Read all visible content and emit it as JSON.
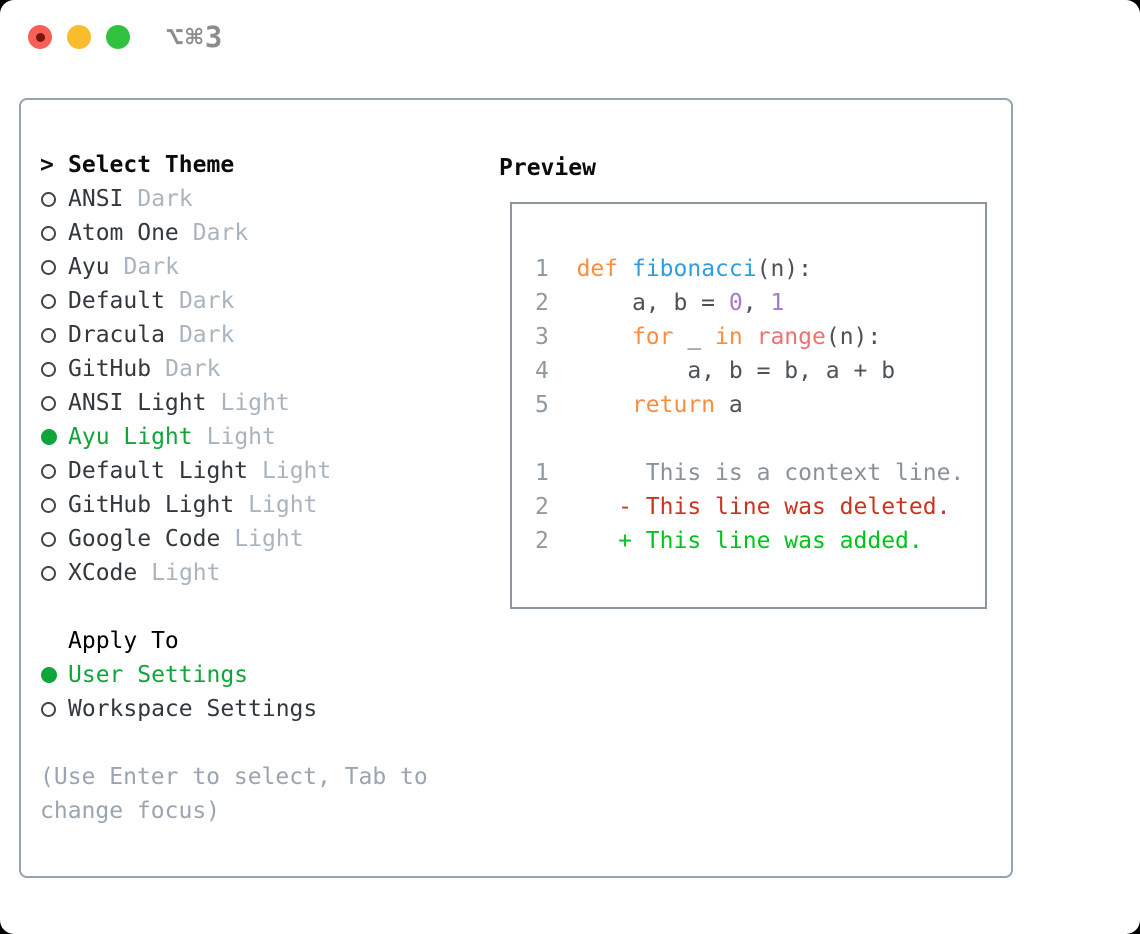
{
  "window": {
    "title": "⌥⌘3",
    "traffic_lights": [
      {
        "name": "close",
        "color": "#f85f57",
        "inner_dot_color": "#7a140b"
      },
      {
        "name": "minimize",
        "color": "#f8bd2d"
      },
      {
        "name": "zoom",
        "color": "#30c13e"
      }
    ]
  },
  "theme_list": {
    "cursor": ">",
    "header": "Select Theme",
    "items": [
      {
        "name": "ANSI",
        "variant": "Dark",
        "selected": false
      },
      {
        "name": "Atom One",
        "variant": "Dark",
        "selected": false
      },
      {
        "name": "Ayu",
        "variant": "Dark",
        "selected": false
      },
      {
        "name": "Default",
        "variant": "Dark",
        "selected": false
      },
      {
        "name": "Dracula",
        "variant": "Dark",
        "selected": false
      },
      {
        "name": "GitHub",
        "variant": "Dark",
        "selected": false
      },
      {
        "name": "ANSI Light",
        "variant": "Light",
        "selected": false
      },
      {
        "name": "Ayu Light",
        "variant": "Light",
        "selected": true
      },
      {
        "name": "Default Light",
        "variant": "Light",
        "selected": false
      },
      {
        "name": "GitHub Light",
        "variant": "Light",
        "selected": false
      },
      {
        "name": "Google Code",
        "variant": "Light",
        "selected": false
      },
      {
        "name": "XCode",
        "variant": "Light",
        "selected": false
      }
    ]
  },
  "apply_to": {
    "header": "Apply To",
    "options": [
      {
        "label": "User Settings",
        "selected": true
      },
      {
        "label": "Workspace Settings",
        "selected": false
      }
    ]
  },
  "hint": "(Use Enter to select, Tab to change focus)",
  "preview": {
    "header": "Preview",
    "code_lines": [
      {
        "num": "1",
        "segments": [
          [
            " ",
            "fg"
          ],
          [
            "def",
            "kw"
          ],
          [
            " ",
            "fg"
          ],
          [
            "fibonacci",
            "fn"
          ],
          [
            "(n):",
            "fg"
          ]
        ]
      },
      {
        "num": "2",
        "segments": [
          [
            "     a, b = ",
            "fg"
          ],
          [
            "0",
            "num"
          ],
          [
            ", ",
            "fg"
          ],
          [
            "1",
            "num"
          ]
        ]
      },
      {
        "num": "3",
        "segments": [
          [
            "     ",
            "fg"
          ],
          [
            "for",
            "kw"
          ],
          [
            " _ ",
            "fg"
          ],
          [
            "in",
            "kw"
          ],
          [
            " ",
            "fg"
          ],
          [
            "range",
            "call"
          ],
          [
            "(n):",
            "fg"
          ]
        ]
      },
      {
        "num": "4",
        "segments": [
          [
            "         a, b = b, a + b",
            "fg"
          ]
        ]
      },
      {
        "num": "5",
        "segments": [
          [
            "     ",
            "fg"
          ],
          [
            "return",
            "kw"
          ],
          [
            " a",
            "fg"
          ]
        ]
      },
      {
        "num": "",
        "segments": []
      },
      {
        "num": "1",
        "segments": [
          [
            "      This is a context line.",
            "ctx"
          ]
        ]
      },
      {
        "num": "2",
        "segments": [
          [
            "    - This line was deleted.",
            "del"
          ]
        ]
      },
      {
        "num": "2",
        "segments": [
          [
            "    + This line was added.",
            "add"
          ]
        ]
      }
    ]
  },
  "colors": {
    "accent_green": "#10a53a",
    "list_text": "#33383e",
    "variant_text": "#a9b4bf",
    "hint_text": "#9aa5b1",
    "panel_border": "#99a3ad",
    "preview_border": "#8b96a0",
    "title_text": "#8c8c8e",
    "syntax": {
      "kw": "#fa8d3e",
      "fn": "#2f9ee0",
      "num": "#a37acc",
      "call": "#f07171",
      "fg": "#4c5258",
      "ln": "#8f99a3",
      "ctx": "#8a9199",
      "del": "#c9341e",
      "add": "#00c41a"
    }
  }
}
